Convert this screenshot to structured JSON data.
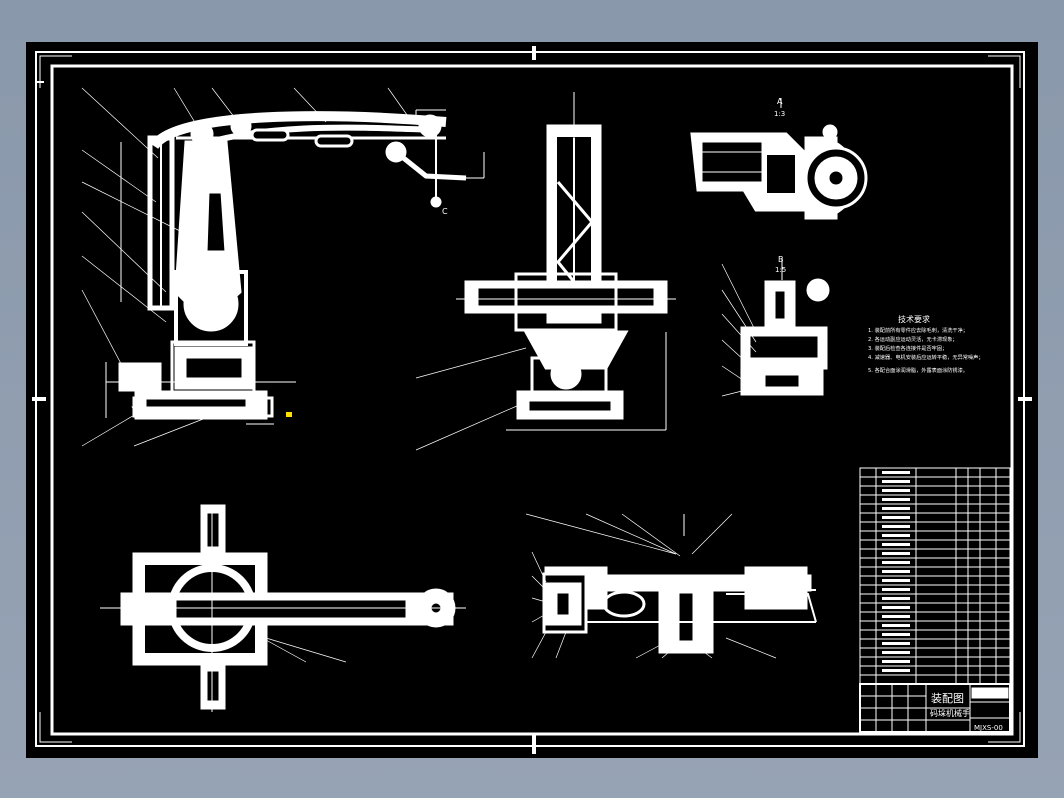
{
  "title_block": {
    "drawing_title": "装配图",
    "subtitle": "码垛机械手",
    "drawing_number": "MJXS-00"
  },
  "technical_requirements": {
    "heading": "技术要求",
    "lines": [
      "1. 装配前所有零件应去除毛刺，清洗干净；",
      "2. 各运动副应运动灵活，无卡滞现象；",
      "3. 装配后检查各连接件是否牢固；",
      "4. 减速器、电机安装后应运转平稳，无异常噪声；",
      "5. 各配合面涂润滑脂，外露表面涂防锈漆。"
    ]
  },
  "view_labels": {
    "section_a": "A",
    "section_a_scale": "1:3",
    "section_b": "B",
    "section_b_scale": "1:5",
    "c_mark": "C"
  },
  "colors": {
    "background": "#000000",
    "line": "#ffffff",
    "accent": "#ffe000",
    "outer": "#8a98ab"
  }
}
